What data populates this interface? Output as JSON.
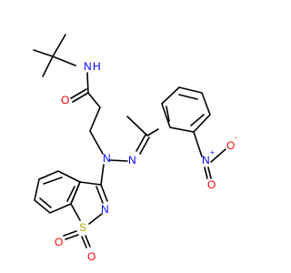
{
  "molecule": {
    "colors": {
      "bond": "#000000",
      "nitrogen": "#0000ff",
      "oxygen": "#ff0000",
      "sulfur": "#b8a300",
      "carbon": "#000000"
    },
    "atoms": {
      "amide_n": {
        "text": "N",
        "element": "nitrogen"
      },
      "amide_h": {
        "text": "H",
        "element": "nitrogen"
      },
      "amide_o": {
        "text": "O",
        "element": "oxygen"
      },
      "hydrazine_n": {
        "text": "N",
        "element": "nitrogen"
      },
      "imine_n": {
        "text": "N",
        "element": "nitrogen"
      },
      "nitro_n": {
        "text": "N",
        "element": "nitrogen"
      },
      "nitro_n_charge": {
        "text": "+",
        "element": "nitrogen"
      },
      "nitro_o_top": {
        "text": "O",
        "element": "oxygen"
      },
      "nitro_o_top_charge": {
        "text": "-",
        "element": "oxygen"
      },
      "nitro_o_bottom": {
        "text": "O",
        "element": "oxygen"
      },
      "ring_n": {
        "text": "N",
        "element": "nitrogen"
      },
      "sulfur": {
        "text": "S",
        "element": "sulfur"
      },
      "sulfonyl_o_left": {
        "text": "O",
        "element": "oxygen"
      },
      "sulfonyl_o_right": {
        "text": "O",
        "element": "oxygen"
      }
    }
  }
}
